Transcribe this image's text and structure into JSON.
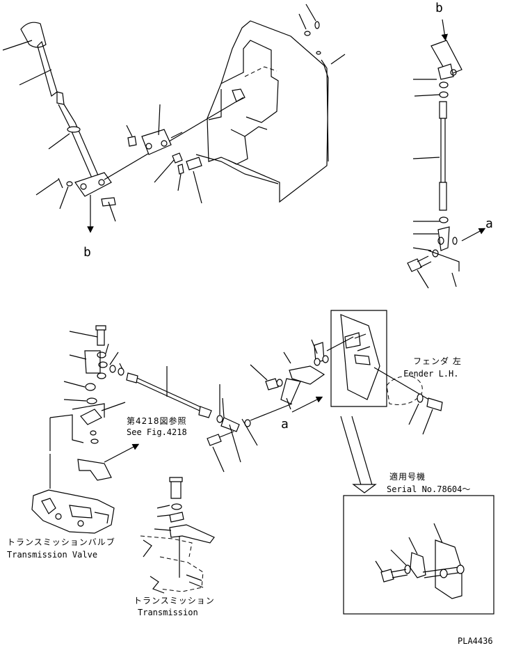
{
  "callouts": {
    "a": "a",
    "b": "b"
  },
  "references": {
    "see_fig_jp": "第4218図参照",
    "see_fig_en": "See Fig.4218"
  },
  "fender": {
    "jp": "フェンダ 左",
    "en": "Fender L.H."
  },
  "serial": {
    "jp": "適用号機",
    "en": "Serial No.78604～"
  },
  "transmission_valve": {
    "jp": "トランスミッションバルブ",
    "en": "Transmission Valve"
  },
  "transmission": {
    "jp": "トランスミッション",
    "en": "Transmission"
  },
  "drawing_code": "PLA4436"
}
